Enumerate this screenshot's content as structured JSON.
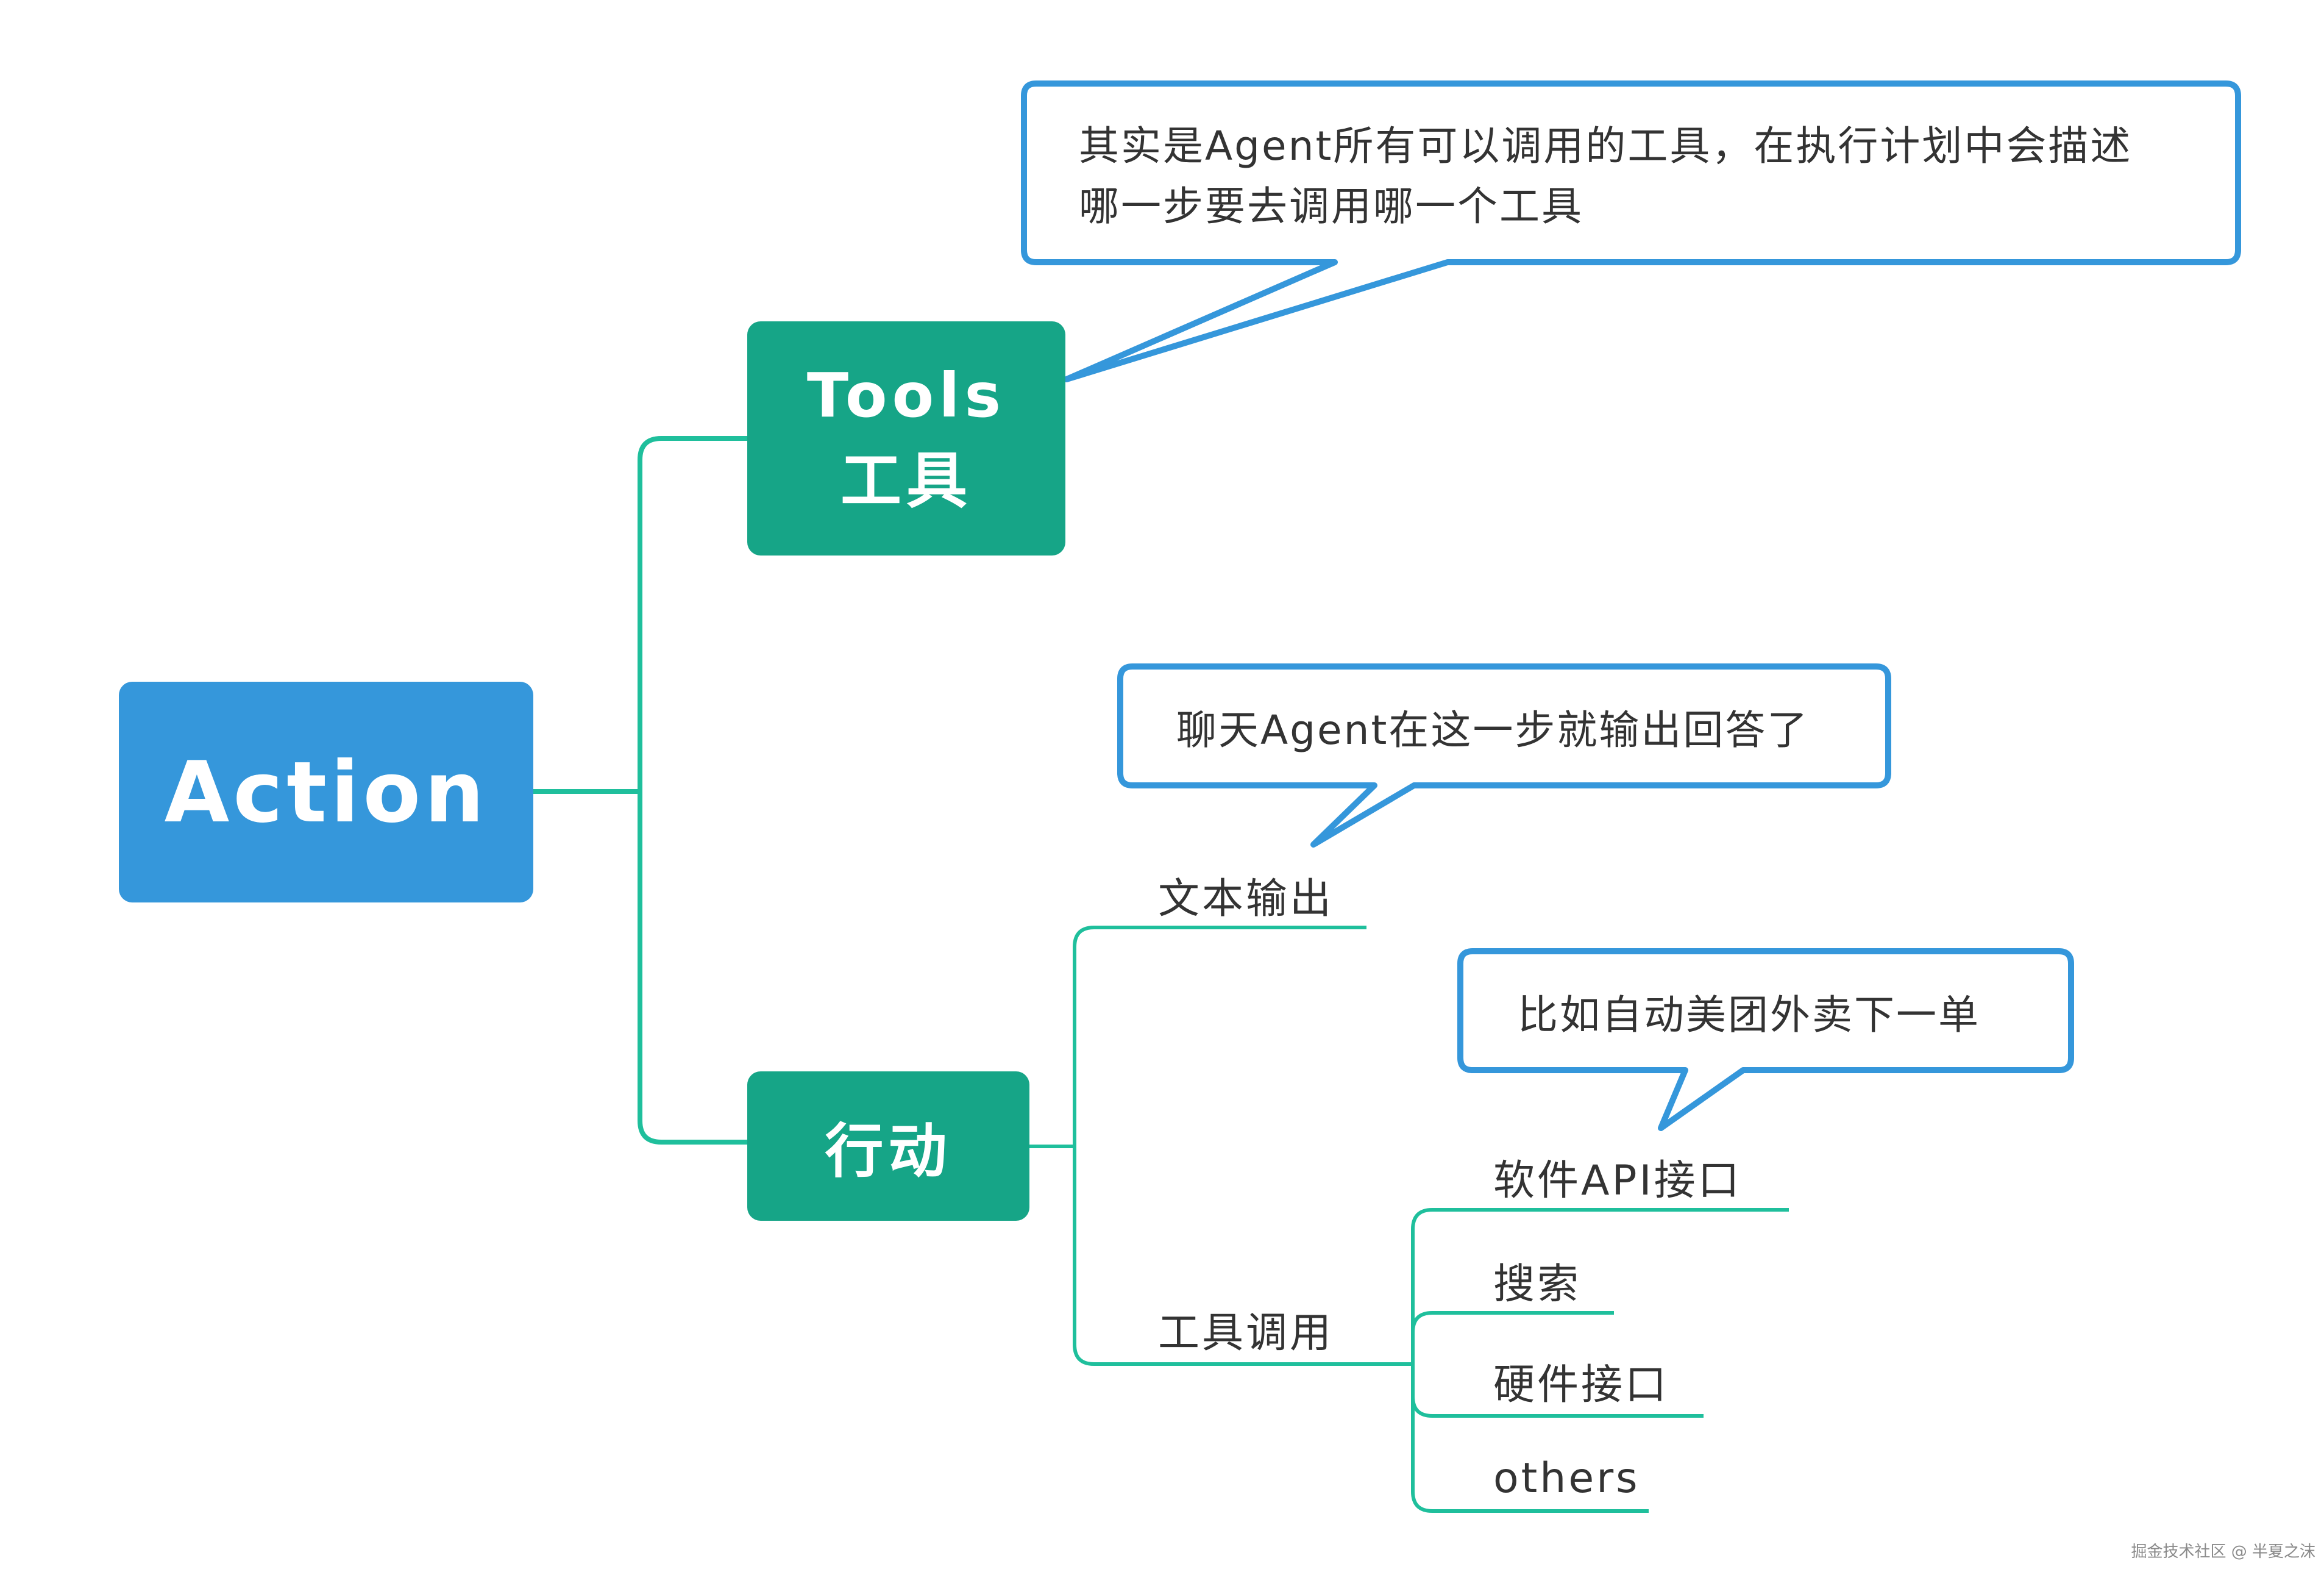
{
  "root": {
    "label": "Action"
  },
  "tools_node": {
    "line1": "Tools",
    "line2": "工具"
  },
  "action_node": {
    "label": "行动"
  },
  "leaves": {
    "text_output": "文本输出",
    "tool_call": "工具调用",
    "software_api": "软件API接口",
    "search": "搜索",
    "hardware": "硬件接口",
    "others": "others"
  },
  "callouts": {
    "tools_line1": "其实是Agent所有可以调用的工具，在执行计划中会描述",
    "tools_line2": "哪一步要去调用哪一个工具",
    "chat": "聊天Agent在这一步就输出回答了",
    "example": "比如自动美团外卖下一单"
  },
  "watermark": "掘金技术社区 @ 半夏之沫",
  "colors": {
    "root": "#3597db",
    "branch": "#16a587",
    "connector": "#1fbf9c",
    "callout_border": "#3597db"
  }
}
